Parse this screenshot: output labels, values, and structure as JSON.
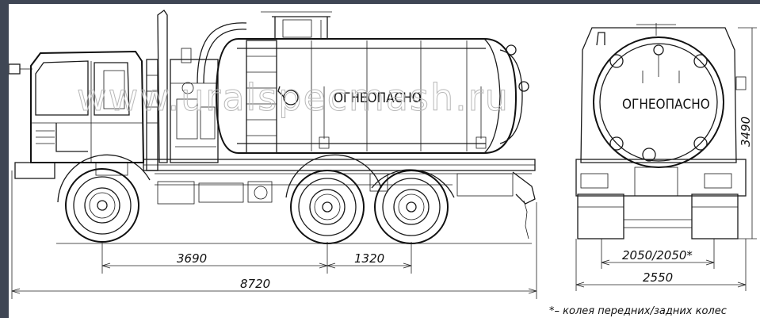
{
  "image": {
    "watermark": "www.uralspecmash.ru",
    "hazard_label_side": "ОГНЕОПАСНО",
    "hazard_label_rear": "ОГНЕОПАСНО"
  },
  "dimensions": {
    "wheelbase_front": "3690",
    "wheelbase_rear": "1320",
    "overall_length": "8720",
    "track": "2050/2050*",
    "overall_width": "2550",
    "overall_height": "3490"
  },
  "footnote": "*– колея передних/задних колес",
  "colors": {
    "frame": "#3f4654",
    "paper": "#ffffff",
    "ink": "#1a1a1a",
    "watermark": "#b8b8b8"
  }
}
